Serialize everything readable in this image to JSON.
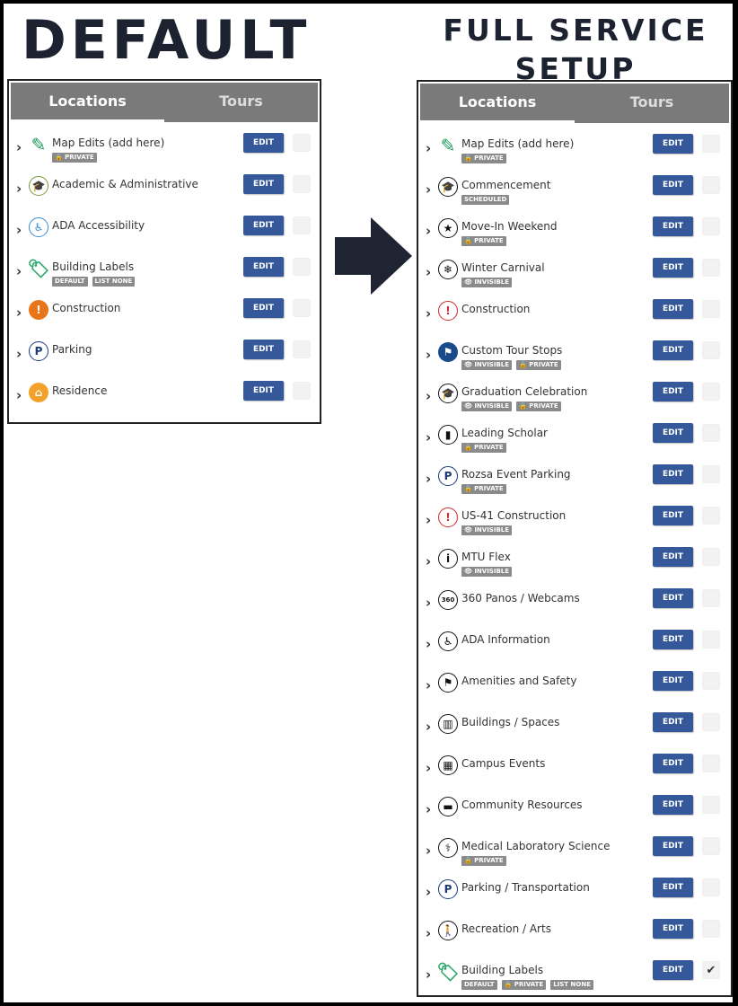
{
  "headings": {
    "default": "DEFAULT",
    "full": "FULL SERVICE SETUP"
  },
  "edit_label": "EDIT",
  "tabs": [
    "Locations",
    "Tours"
  ],
  "left": [
    {
      "label": "Map Edits (add here)",
      "icon": "pencil-icon",
      "badges": [
        "PRIVATE"
      ]
    },
    {
      "label": "Academic & Administrative",
      "icon": "graduation-cap-icon",
      "badges": []
    },
    {
      "label": "ADA Accessibility",
      "icon": "wheelchair-icon",
      "badges": []
    },
    {
      "label": "Building Labels",
      "icon": "tag-icon",
      "badges": [
        "DEFAULT",
        "LIST NONE"
      ]
    },
    {
      "label": "Construction",
      "icon": "warning-icon",
      "badges": []
    },
    {
      "label": "Parking",
      "icon": "parking-icon",
      "badges": []
    },
    {
      "label": "Residence",
      "icon": "house-icon",
      "badges": []
    }
  ],
  "right": [
    {
      "label": "Map Edits (add here)",
      "icon": "pencil-icon",
      "badges": [
        "PRIVATE"
      ]
    },
    {
      "label": "Commencement",
      "icon": "graduation-cap-icon",
      "badges": [
        "SCHEDULED"
      ]
    },
    {
      "label": "Move-In Weekend",
      "icon": "star-icon",
      "badges": [
        "PRIVATE"
      ]
    },
    {
      "label": "Winter Carnival",
      "icon": "snowflake-icon",
      "badges": [
        "INVISIBLE"
      ]
    },
    {
      "label": "Construction",
      "icon": "warning-icon",
      "badges": []
    },
    {
      "label": "Custom Tour Stops",
      "icon": "flag-icon",
      "badges": [
        "INVISIBLE",
        "PRIVATE"
      ]
    },
    {
      "label": "Graduation Celebration",
      "icon": "graduation-cap-icon",
      "badges": [
        "INVISIBLE",
        "PRIVATE"
      ]
    },
    {
      "label": "Leading Scholar",
      "icon": "book-icon",
      "badges": [
        "PRIVATE"
      ]
    },
    {
      "label": "Rozsa Event Parking",
      "icon": "parking-icon",
      "badges": [
        "PRIVATE"
      ]
    },
    {
      "label": "US-41 Construction",
      "icon": "warning-icon",
      "badges": [
        "INVISIBLE"
      ]
    },
    {
      "label": "MTU Flex",
      "icon": "info-icon",
      "badges": [
        "INVISIBLE"
      ]
    },
    {
      "label": "360 Panos / Webcams",
      "icon": "360-icon",
      "badges": []
    },
    {
      "label": "ADA Information",
      "icon": "wheelchair-icon",
      "badges": []
    },
    {
      "label": "Amenities and Safety",
      "icon": "flag-icon",
      "badges": []
    },
    {
      "label": "Buildings / Spaces",
      "icon": "building-icon",
      "badges": []
    },
    {
      "label": "Campus Events",
      "icon": "calendar-icon",
      "badges": []
    },
    {
      "label": "Community Resources",
      "icon": "speech-bubble-icon",
      "badges": []
    },
    {
      "label": "Medical Laboratory Science",
      "icon": "caduceus-icon",
      "badges": [
        "PRIVATE"
      ]
    },
    {
      "label": "Parking / Transportation",
      "icon": "parking-icon",
      "badges": []
    },
    {
      "label": "Recreation / Arts",
      "icon": "hiker-icon",
      "badges": []
    },
    {
      "label": "Building Labels",
      "icon": "tag-icon",
      "badges": [
        "DEFAULT",
        "PRIVATE",
        "LIST NONE"
      ],
      "checked": true
    }
  ]
}
